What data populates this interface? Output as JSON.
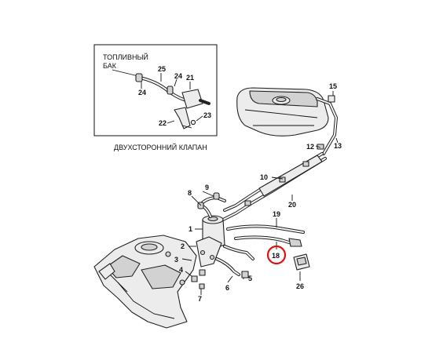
{
  "inset": {
    "caption_line1": "ТОПЛИВНЫЙ",
    "caption_line2": "БАК",
    "bottom_caption": "ДВУХСТОРОННИЙ КЛАПАН"
  },
  "callouts": {
    "c1": "1",
    "c2": "2",
    "c3": "3",
    "c4": "4",
    "c5": "5",
    "c6": "6",
    "c7": "7",
    "c8": "8",
    "c9": "9",
    "c10": "10",
    "c12": "12",
    "c13": "13",
    "c15": "15",
    "c18": "18",
    "c19": "19",
    "c20": "20",
    "c21": "21",
    "c22": "22",
    "c23": "23",
    "c24a": "24",
    "c24b": "24",
    "c25": "25",
    "c26": "26"
  },
  "highlighted_part": "18",
  "highlight_color": "#e01010"
}
